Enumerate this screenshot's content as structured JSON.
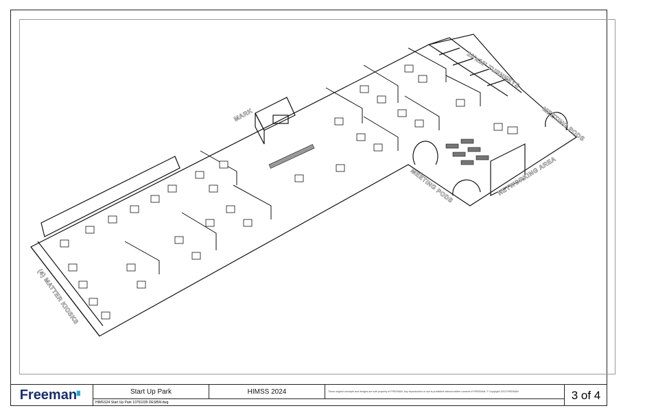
{
  "drawing": {
    "labels": {
      "turnkeys": "10'x10' TURNKEYS",
      "meeting_pods_1": "MEETING PODS",
      "meeting_pods_2": "MEETING PODS",
      "networking": "NETWORKING AREA",
      "kiosks": "(4) MATTER KIOSKS",
      "stage": "MARK"
    }
  },
  "title_block": {
    "logo": "Freeman",
    "project": "Start Up Park",
    "show": "HIMSS 2024",
    "filename": "HIMSS24 Start Up Park 10751035 DESBW.dwg",
    "disclaimer": "These original concepts and designs are sole property of FREEMAN. Any reproduction or use is prohibited without written consent of FREEMAN. © Copyright 2023 FREEMAN",
    "page": "3 of 4"
  }
}
